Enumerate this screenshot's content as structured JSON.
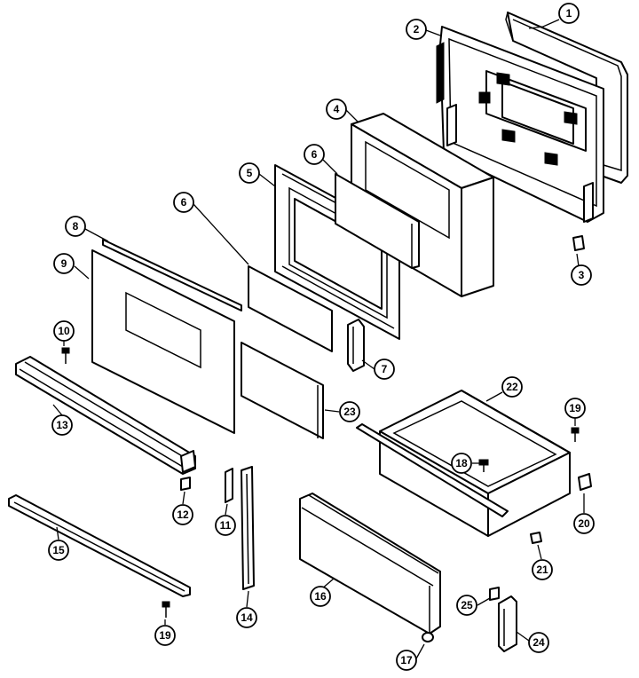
{
  "diagram": {
    "callouts": [
      {
        "id": "c1",
        "label": "1"
      },
      {
        "id": "c2",
        "label": "2"
      },
      {
        "id": "c3",
        "label": "3"
      },
      {
        "id": "c4",
        "label": "4"
      },
      {
        "id": "c5",
        "label": "5"
      },
      {
        "id": "c6a",
        "label": "6"
      },
      {
        "id": "c6b",
        "label": "6"
      },
      {
        "id": "c7",
        "label": "7"
      },
      {
        "id": "c8",
        "label": "8"
      },
      {
        "id": "c9",
        "label": "9"
      },
      {
        "id": "c10",
        "label": "10"
      },
      {
        "id": "c11",
        "label": "11"
      },
      {
        "id": "c12",
        "label": "12"
      },
      {
        "id": "c13",
        "label": "13"
      },
      {
        "id": "c14",
        "label": "14"
      },
      {
        "id": "c15",
        "label": "15"
      },
      {
        "id": "c16",
        "label": "16"
      },
      {
        "id": "c17",
        "label": "17"
      },
      {
        "id": "c18",
        "label": "18"
      },
      {
        "id": "c19a",
        "label": "19"
      },
      {
        "id": "c19b",
        "label": "19"
      },
      {
        "id": "c20",
        "label": "20"
      },
      {
        "id": "c21",
        "label": "21"
      },
      {
        "id": "c22",
        "label": "22"
      },
      {
        "id": "c23",
        "label": "23"
      },
      {
        "id": "c24",
        "label": "24"
      },
      {
        "id": "c25",
        "label": "25"
      }
    ]
  }
}
